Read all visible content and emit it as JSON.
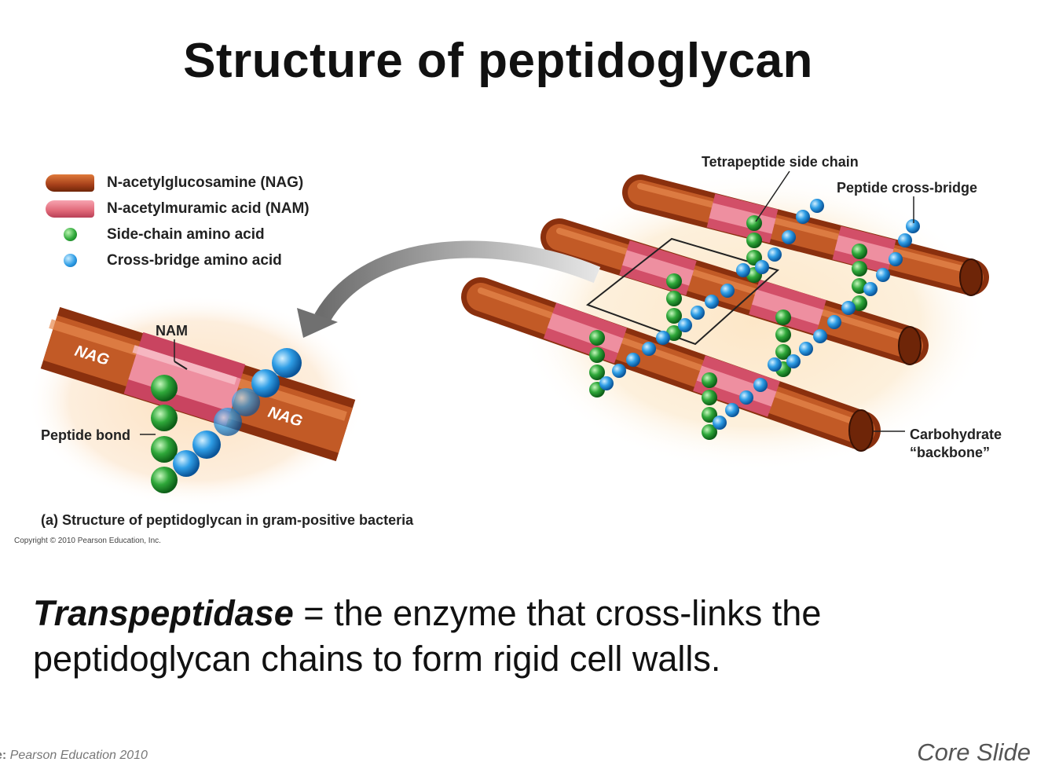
{
  "title": "Structure of peptidoglycan",
  "legend": [
    {
      "label": "N-acetylglucosamine (NAG)",
      "icon": "nag-segment-icon"
    },
    {
      "label": "N-acetylmuramic acid (NAM)",
      "icon": "nam-segment-icon"
    },
    {
      "label": "Side-chain amino acid",
      "icon": "green-sphere-icon"
    },
    {
      "label": "Cross-bridge amino acid",
      "icon": "blue-sphere-icon"
    }
  ],
  "diagram": {
    "labels": {
      "nam": "NAM",
      "nag_left": "NAG",
      "nag_right": "NAG",
      "peptide_bond": "Peptide bond",
      "tetrapeptide": "Tetrapeptide side chain",
      "cross_bridge": "Peptide cross-bridge",
      "backbone_line1": "Carbohydrate",
      "backbone_line2": "“backbone”"
    },
    "colors": {
      "nag": "#b04a1c",
      "nam": "#e06a80",
      "side_chain": "#2fa83a",
      "cross_bridge": "#2f9ee6"
    }
  },
  "caption": {
    "part": "(a)",
    "text": "Structure of peptidoglycan in gram-positive bacteria"
  },
  "copyright": "Copyright © 2010 Pearson Education, Inc.",
  "definition": {
    "term": "Transpeptidase",
    "rest": " = the enzyme that cross-links the peptidoglycan chains to form rigid cell walls."
  },
  "footer": {
    "source_prefix": "e:",
    "source": " Pearson Education 2010",
    "slide_tag": "Core Slide"
  }
}
